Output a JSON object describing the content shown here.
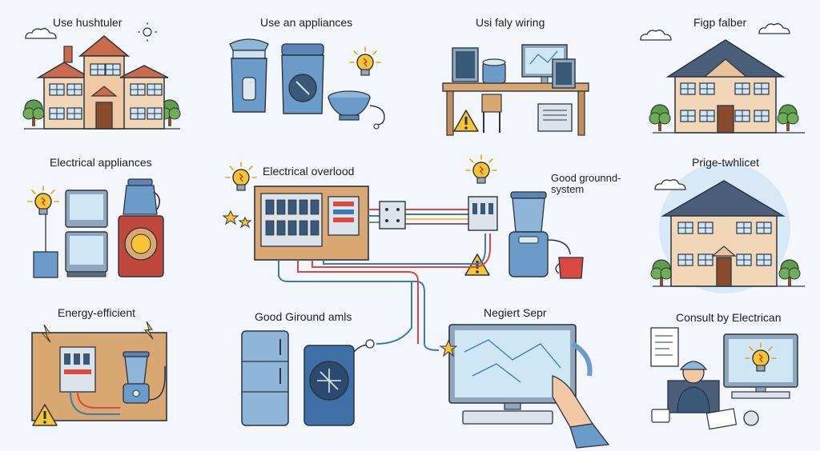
{
  "panels": {
    "house_top_left": "Use hushtuler",
    "appliances_top": "Use an appliances",
    "faulty_wiring": "Usi faly wiring",
    "house_top_right": "Figp falber",
    "electrical_appliances": "Electrical appliances",
    "electrical_overload": "Electrical overlood",
    "good_grounding": "Good grounnd-system",
    "house_mid_right": "Prige-twhlicet",
    "energy_efficient": "Energy-efficient",
    "good_ground_appls": "Good Giround amls",
    "negiert_sepr": "Negiert Sepr",
    "consult_electrician": "Consult by Electrican"
  },
  "colors": {
    "background": "#f3f7fb",
    "outline": "#2b3440",
    "appliance_blue": "#6b9cc9",
    "warning_yellow": "#f7c531",
    "wood": "#d9a772",
    "brick": "#c96a4a",
    "wire_red": "#d84a3f",
    "wire_blue": "#3e78b5",
    "tree_green": "#5f9e4a"
  },
  "icons": [
    "house-icon",
    "blender-icon",
    "lightbulb-icon",
    "warning-icon",
    "computer-icon",
    "breaker-panel-icon",
    "refrigerator-icon",
    "heater-icon",
    "electrician-icon",
    "kettle-icon",
    "tv-icon"
  ]
}
